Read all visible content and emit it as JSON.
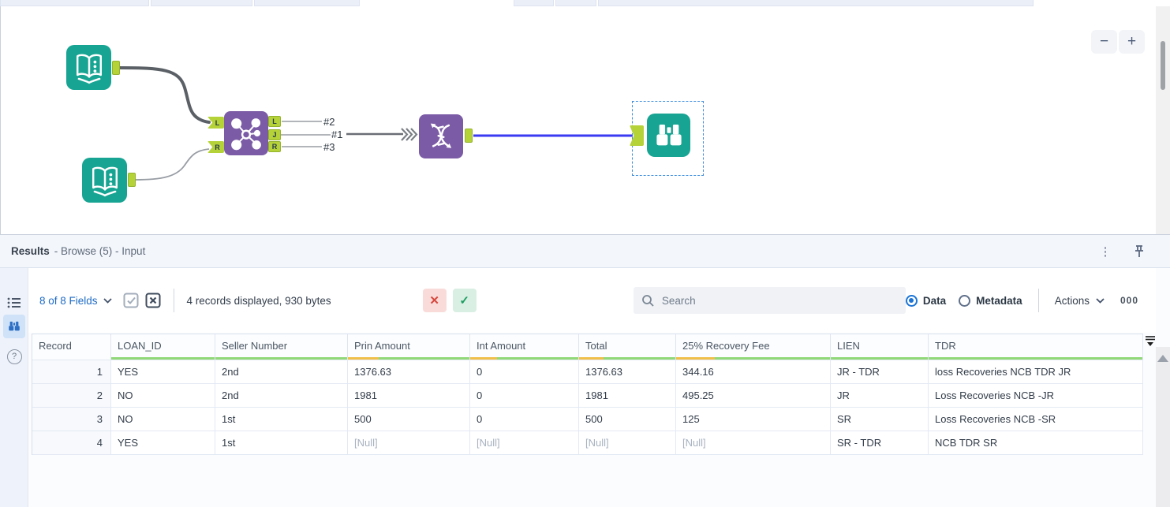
{
  "icons": {
    "zoom_out": "−",
    "zoom_in": "+",
    "kebab": "⋮",
    "help": "?"
  },
  "canvas": {
    "join_anchors": {
      "in_left": "L",
      "in_right": "R",
      "out_left": "L",
      "out_join": "J",
      "out_right": "R"
    },
    "connection_labels": {
      "left": "#2",
      "join": "#1",
      "right": "#3"
    }
  },
  "results": {
    "title": "Results",
    "subtitle": "- Browse (5) - Input",
    "toolbar": {
      "fields": "8 of 8 Fields",
      "records_summary": "4 records displayed, 930 bytes",
      "search_placeholder": "Search",
      "radio_data": "Data",
      "radio_metadata": "Metadata",
      "actions": "Actions",
      "counter": "000"
    },
    "table": {
      "columns": [
        {
          "label": "Record",
          "quality": "none"
        },
        {
          "label": "LOAN_ID",
          "quality": "green"
        },
        {
          "label": "Seller Number",
          "quality": "green"
        },
        {
          "label": "Prin Amount",
          "quality": "partial"
        },
        {
          "label": "Int Amount",
          "quality": "partial"
        },
        {
          "label": "Total",
          "quality": "partial"
        },
        {
          "label": "25% Recovery Fee",
          "quality": "partial"
        },
        {
          "label": "LIEN",
          "quality": "green"
        },
        {
          "label": "TDR",
          "quality": "green"
        }
      ],
      "rows": [
        [
          "1",
          "YES",
          "2nd",
          "1376.63",
          "0",
          "1376.63",
          "344.16",
          "JR - TDR",
          "loss Recoveries NCB TDR JR"
        ],
        [
          "2",
          "NO",
          "2nd",
          "1981",
          "0",
          "1981",
          "495.25",
          "JR",
          "Loss Recoveries NCB -JR"
        ],
        [
          "3",
          "NO",
          "1st",
          "500",
          "0",
          "500",
          "125",
          "SR",
          "Loss Recoveries NCB -SR"
        ],
        [
          "4",
          "YES",
          "1st",
          "[Null]",
          "[Null]",
          "[Null]",
          "[Null]",
          "SR - TDR",
          "NCB TDR SR"
        ]
      ]
    }
  }
}
